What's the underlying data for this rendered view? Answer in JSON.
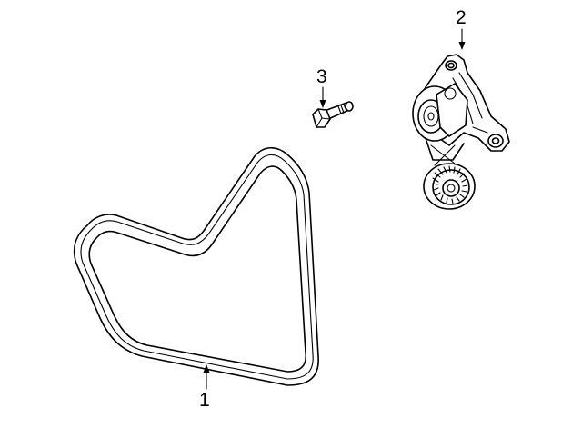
{
  "callouts": [
    {
      "id": "belt",
      "number": "1"
    },
    {
      "id": "tensioner",
      "number": "2"
    },
    {
      "id": "bolt",
      "number": "3"
    }
  ],
  "colors": {
    "line": "#000000",
    "background": "#ffffff"
  }
}
